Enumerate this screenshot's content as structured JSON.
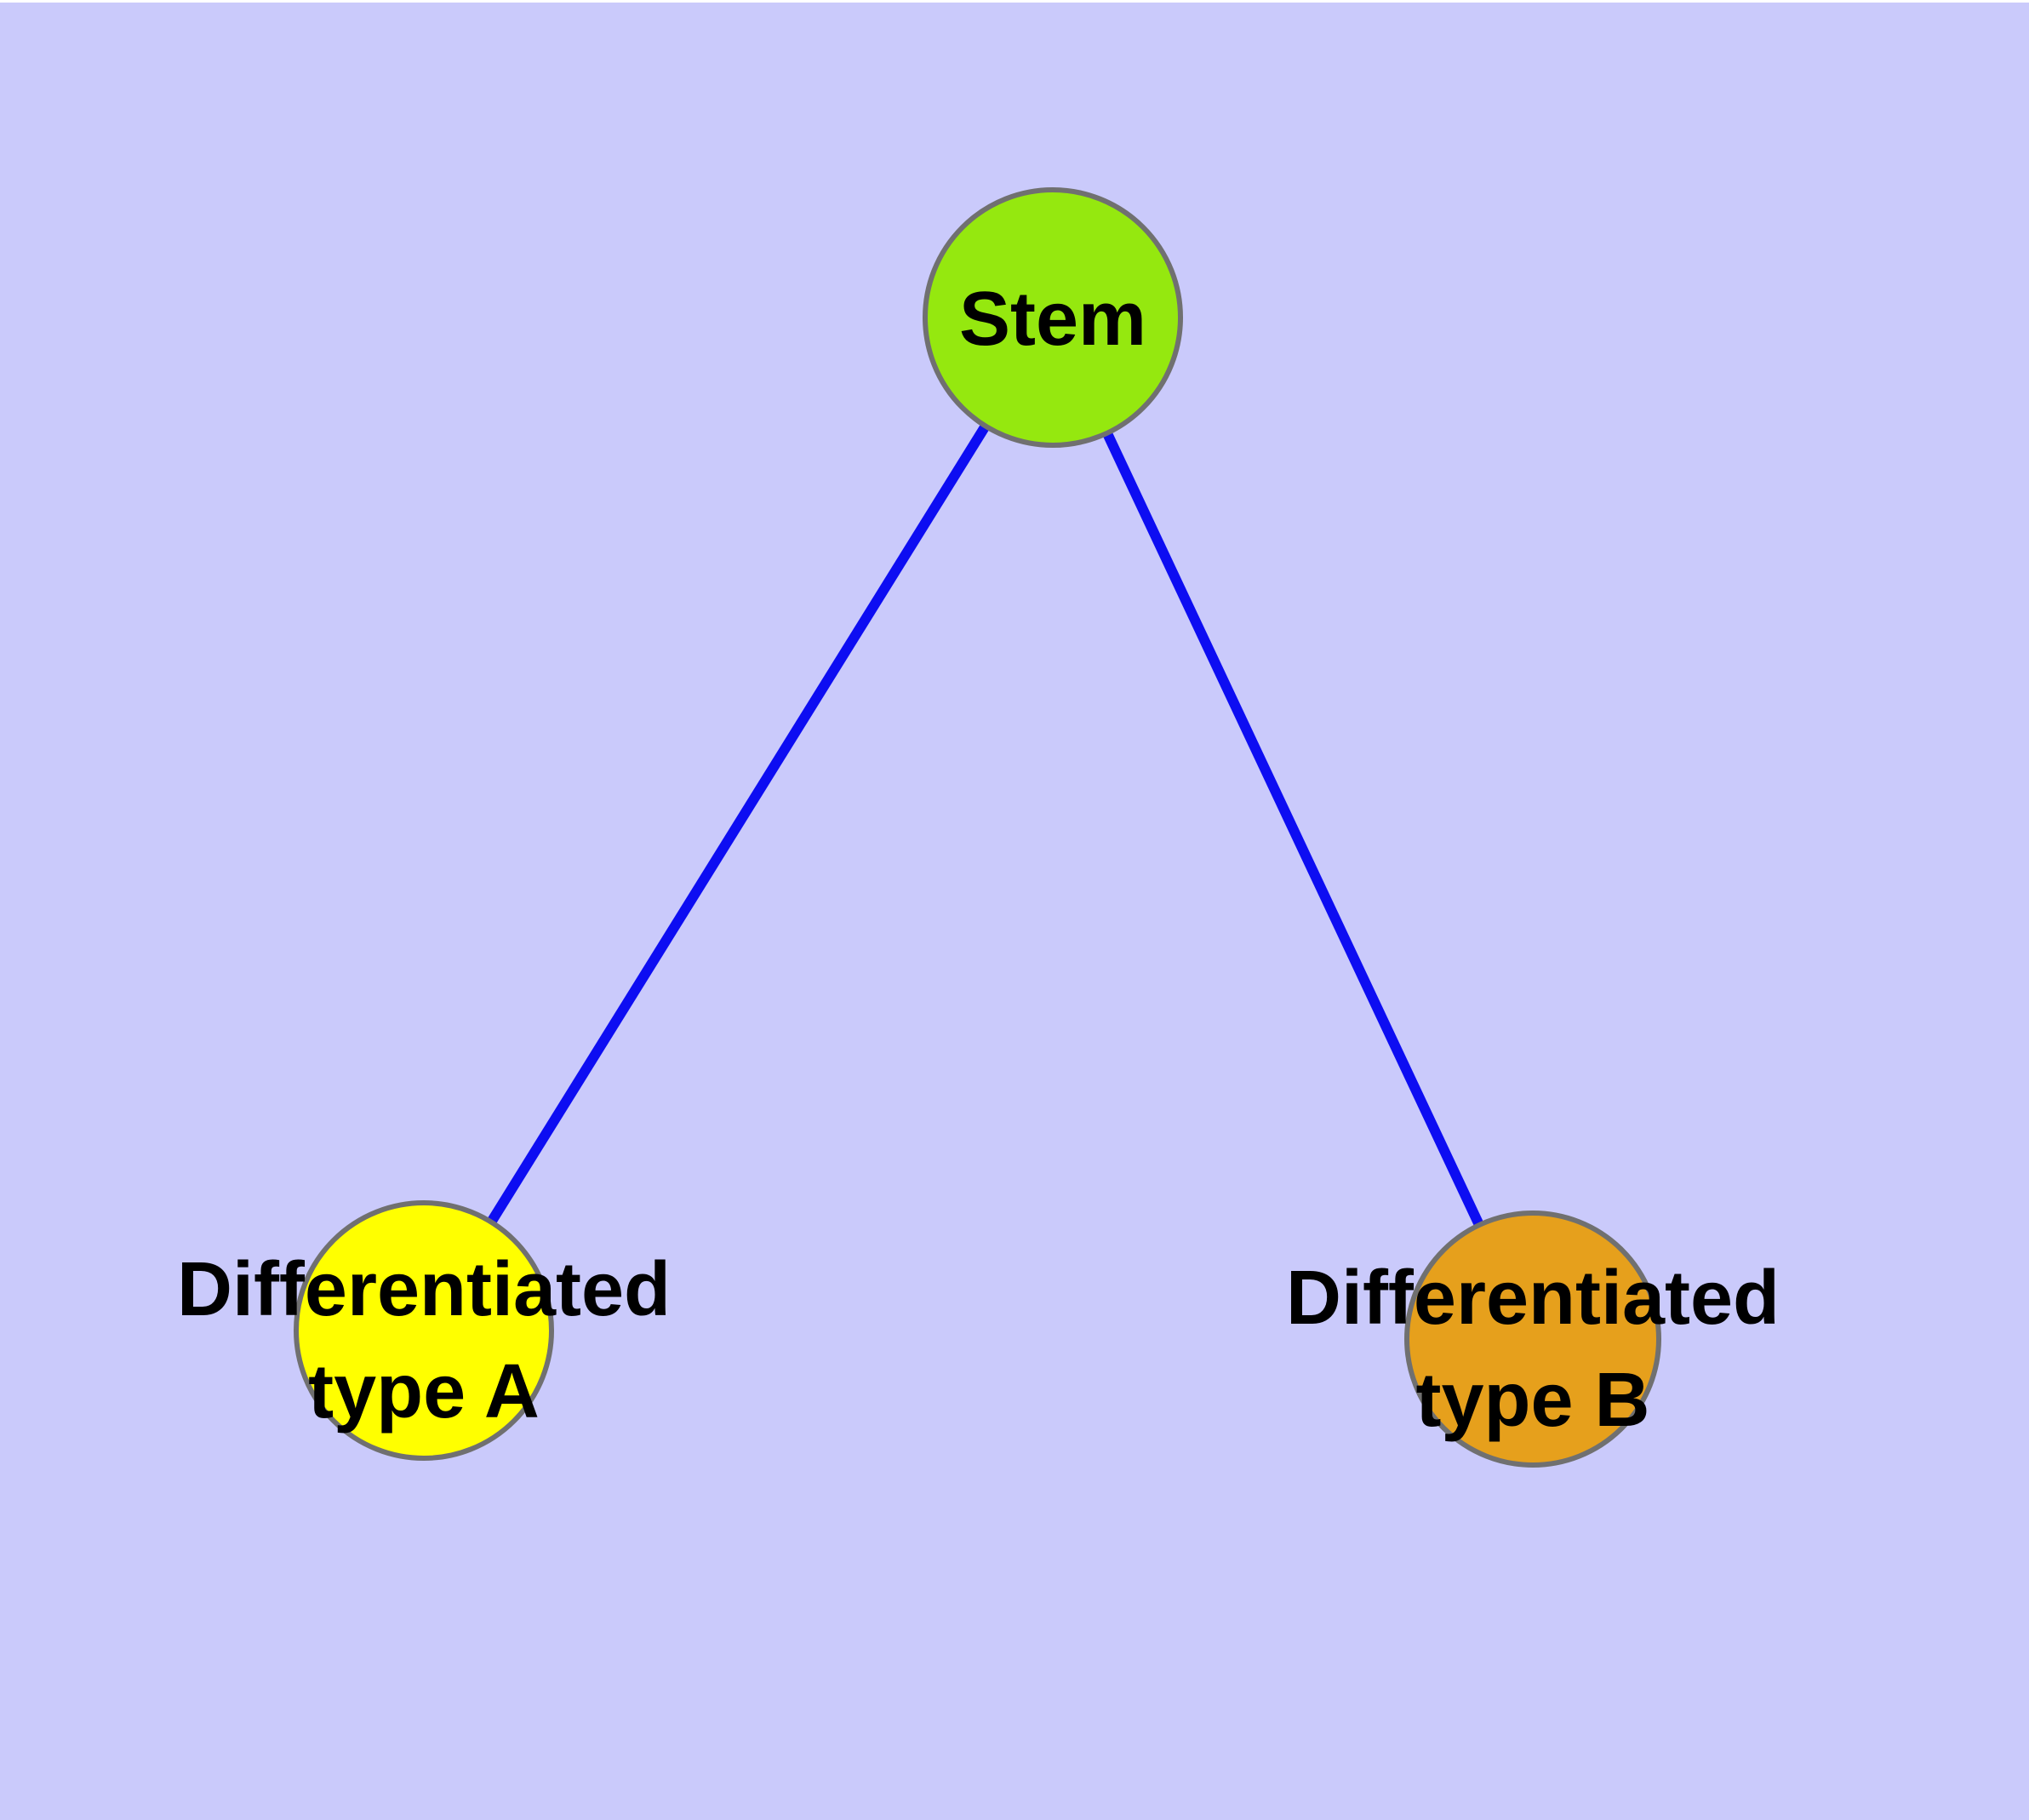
{
  "diagram": {
    "type": "node-link-graph",
    "description": "Stem cell differentiation diagram: one stem node branching to two differentiated cell type nodes",
    "colors": {
      "background": "#cacafb",
      "top_border_strip": "#ffffff",
      "edge": "#0d0df2",
      "node_border": "#707070",
      "label_text": "#000000"
    },
    "nodes": [
      {
        "id": "stem",
        "label": "Stem",
        "label_line1": "Stem",
        "label_line2": "",
        "color": "#95e80f"
      },
      {
        "id": "type_a",
        "label": "Differentiated type A",
        "label_line1": "Differentiated",
        "label_line2": "type A",
        "color": "#ffff00"
      },
      {
        "id": "type_b",
        "label": "Differentiated type B",
        "label_line1": "Differentiated",
        "label_line2": "type B",
        "color": "#e6a01c"
      }
    ],
    "edges": [
      {
        "from": "Stem",
        "to": "Differentiated type A"
      },
      {
        "from": "Stem",
        "to": "Differentiated type B"
      }
    ]
  }
}
